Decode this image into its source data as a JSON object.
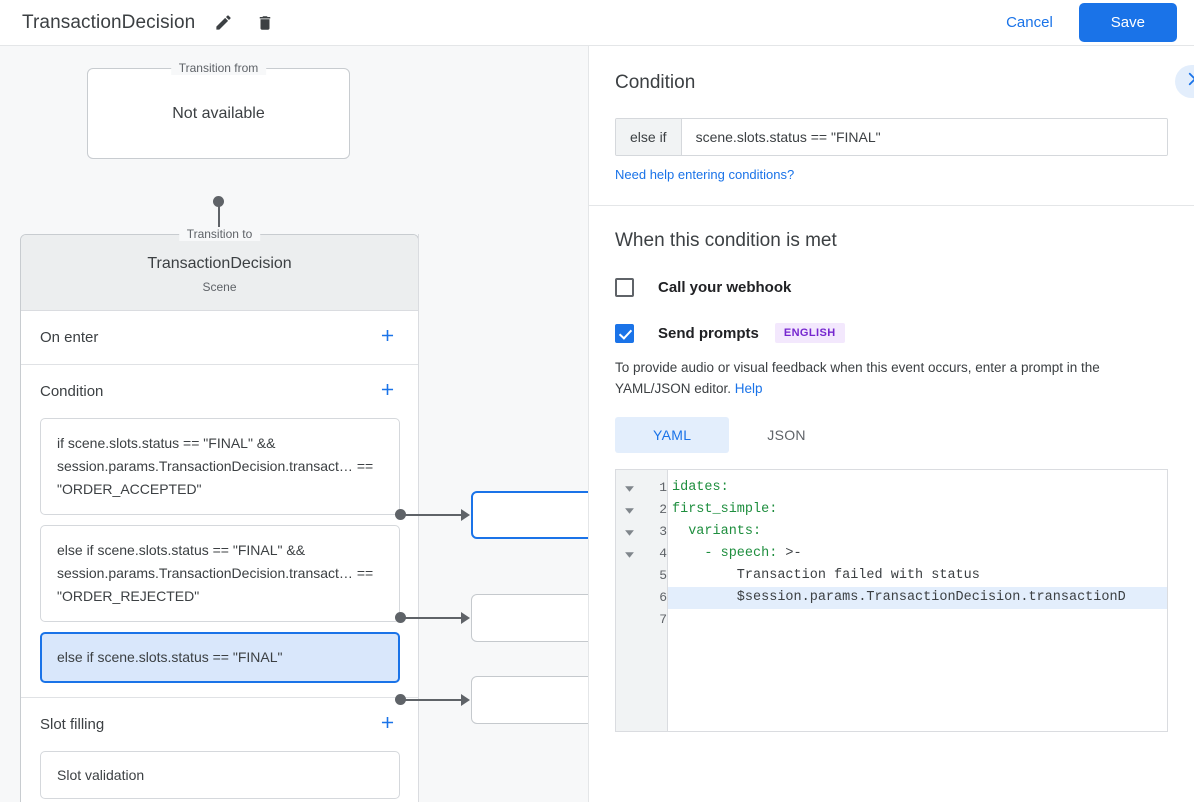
{
  "topbar": {
    "title": "TransactionDecision",
    "edit_icon": "pencil-icon",
    "delete_icon": "trash-icon",
    "cancel_label": "Cancel",
    "save_label": "Save"
  },
  "colors": {
    "accent": "#1a73e8",
    "canvas_bg": "#f7f8f9",
    "selected_bg": "#d9e7fb",
    "badge_bg": "#f3e8fd",
    "badge_fg": "#7627cf",
    "yaml_key": "#1e8e3e"
  },
  "canvas": {
    "transition_from": {
      "legend": "Transition from",
      "value": "Not available"
    },
    "transition_to": {
      "legend": "Transition to",
      "name": "TransactionDecision",
      "type": "Scene"
    },
    "sections": [
      {
        "title": "On enter",
        "add_icon": "plus-icon"
      },
      {
        "title": "Condition",
        "add_icon": "plus-icon"
      },
      {
        "title": "Slot filling",
        "add_icon": "plus-icon"
      }
    ],
    "conditions": [
      {
        "text": "if scene.slots.status == \"FINAL\" && session.params.TransactionDecision.transact… == \"ORDER_ACCEPTED\"",
        "selected": false
      },
      {
        "text": "else if scene.slots.status == \"FINAL\" && session.params.TransactionDecision.transact… == \"ORDER_REJECTED\"",
        "selected": false
      },
      {
        "text": "else if scene.slots.status == \"FINAL\"",
        "selected": true
      }
    ],
    "slot_filling": [
      {
        "text": "Slot validation"
      }
    ]
  },
  "panel": {
    "heading": "Condition",
    "collapse_icon": "chevron-right-icon",
    "condition_prefix": "else if",
    "condition_value": "scene.slots.status == \"FINAL\"",
    "help_link": "Need help entering conditions?",
    "when_heading": "When this condition is met",
    "webhook": {
      "label": "Call your webhook",
      "checked": false
    },
    "prompts": {
      "label": "Send prompts",
      "checked": true,
      "badge": "ENGLISH"
    },
    "description_pre": "To provide audio or visual feedback when this event occurs, enter a prompt in the YAML/JSON editor. ",
    "description_link": "Help",
    "tabs": [
      {
        "label": "YAML",
        "active": true
      },
      {
        "label": "JSON",
        "active": false
      }
    ],
    "editor": {
      "line_numbers": [
        "1",
        "2",
        "3",
        "4",
        "5",
        "6",
        "7"
      ],
      "fold_rows": [
        1,
        2,
        3,
        4
      ],
      "fold_icon": "caret-down-icon",
      "highlight_line": 6,
      "lines": [
        {
          "key": "idates:",
          "rest": "",
          "indent": 0
        },
        {
          "key": "first_simple:",
          "rest": "",
          "indent": 0
        },
        {
          "key": "variants:",
          "rest": "",
          "indent": 1
        },
        {
          "key": "- speech:",
          "rest": " >-",
          "indent": 2
        },
        {
          "key": "",
          "rest": "Transaction failed with status",
          "indent": 4
        },
        {
          "key": "",
          "rest": "$session.params.TransactionDecision.transactionD",
          "indent": 4
        },
        {
          "key": "",
          "rest": "",
          "indent": 0
        }
      ]
    }
  }
}
